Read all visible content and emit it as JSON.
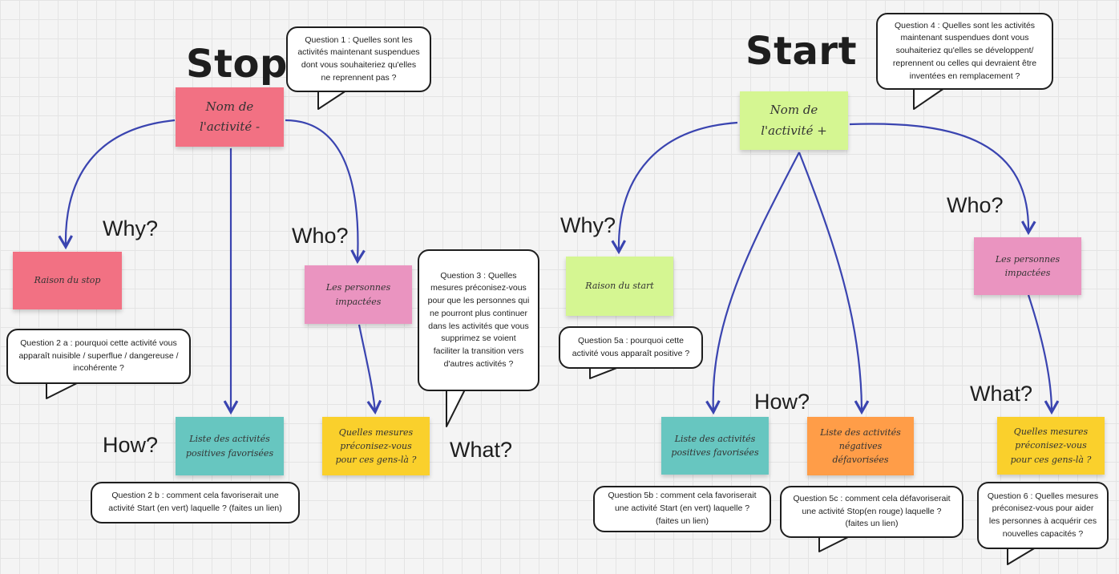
{
  "titles": {
    "stop": "Stop",
    "start": "Start"
  },
  "notes": {
    "stop_activity": "Nom de l'activité -",
    "stop_reason": "Raison du stop",
    "stop_people": "Les personnes impactées",
    "stop_positive_list": "Liste des activités positives favorisées",
    "stop_measures": "Quelles mesures préconisez-vous pour ces gens-là ?",
    "start_activity": "Nom de l'activité +",
    "start_reason": "Raison du start",
    "start_people": "Les personnes impactées",
    "start_positive_list": "Liste des activités positives favorisées",
    "start_negative_list": "Liste des activités négatives défavorisées",
    "start_measures": "Quelles mesures préconisez-vous pour ces gens-là ?"
  },
  "labels": {
    "stop_why": "Why?",
    "stop_who": "Who?",
    "stop_how": "How?",
    "stop_what": "What?",
    "start_why": "Why?",
    "start_how": "How?",
    "start_who": "Who?",
    "start_what": "What?"
  },
  "questions": {
    "q1": "Question 1 : Quelles sont les activités maintenant suspendues dont vous souhaiteriez qu'elles ne reprennent pas ?",
    "q2a": "Question 2 a : pourquoi cette activité vous apparaît nuisible / superflue / dangereuse / incohérente ?",
    "q2b": "Question 2 b : comment cela favoriserait une activité Start (en vert) laquelle ? (faites un lien)",
    "q3": "Question 3 : Quelles mesures préconisez-vous pour que les personnes qui ne pourront plus continuer dans les activités que vous supprimez se voient faciliter la transition vers d'autres activités ?",
    "q4": "Question 4 : Quelles sont les activités maintenant suspendues dont vous souhaiteriez qu'elles se développent/ reprennent ou celles qui devraient être inventées en remplacement ?",
    "q5a": "Question 5a : pourquoi cette activité vous apparaît positive ?",
    "q5b": "Question 5b : comment cela favoriserait une activité Start (en vert) laquelle ? (faites un lien)",
    "q5c": "Question 5c : comment cela défavoriserait une activité Stop(en rouge) laquelle ? (faites un lien)",
    "q6": "Question 6 : Quelles mesures préconisez-vous pour aider les personnes à acquérir ces nouvelles capacités ?"
  },
  "colors": {
    "connector": "#3a44b0",
    "red": "#f27183",
    "lime": "#d5f692",
    "pink": "#ea94c0",
    "teal": "#67c6c0",
    "yellow": "#fad02c",
    "orange": "#ff9d48"
  }
}
